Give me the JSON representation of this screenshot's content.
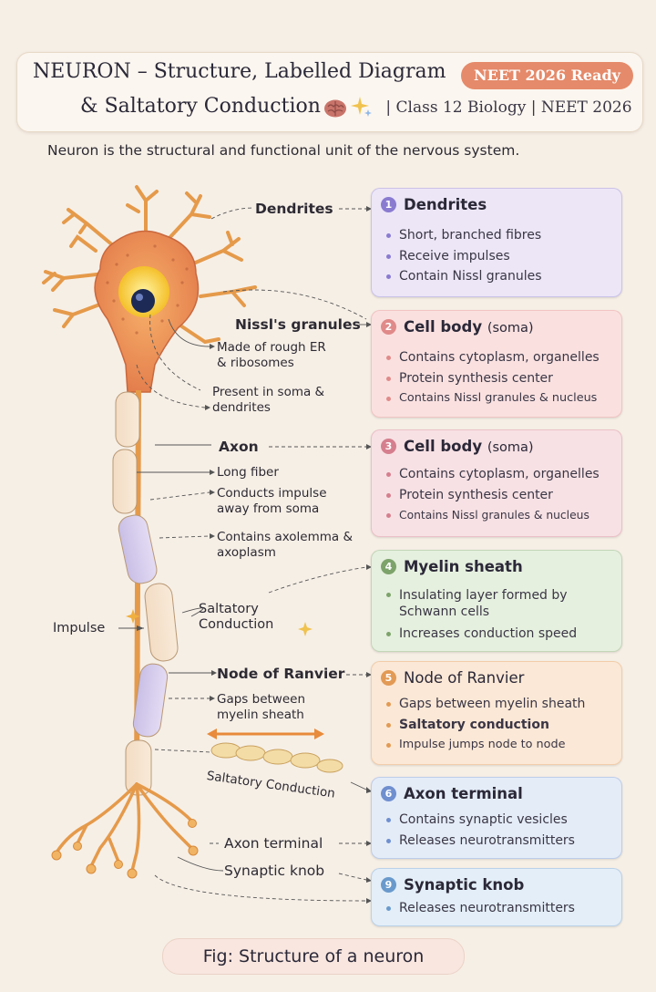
{
  "header": {
    "title_line1": "NEURON – Structure, Labelled Diagram",
    "badge": "NEET 2026 Ready",
    "title_line2": "& Saltatory Conduction",
    "tags": " | Class 12 Biology | NEET 2026"
  },
  "intro": "Neuron is the structural and functional unit of the nervous system.",
  "diagram_labels": {
    "dendrites": "Dendrites",
    "nissl": "Nissl's granules",
    "made_of_er": "Made of rough ER & ribosomes",
    "present_in": "Present in soma & dendrites",
    "axon": "Axon",
    "long_fiber": "Long fiber",
    "conducts": "Conducts impulse away from soma",
    "axolemma": "Contains axolemma & axoplasm",
    "saltatory": "Saltatory Conduction",
    "impulse": "Impulse",
    "node": "Node of Ranvier",
    "gaps": "Gaps between myelin sheath",
    "saltatory_curve": "Saltatory Conduction",
    "axon_terminal": "Axon terminal",
    "synaptic_knob": "Synaptic knob"
  },
  "cards": [
    {
      "num": "1",
      "title": "Dendrites",
      "sub": "",
      "color": "#ece6f7",
      "accent": "#8a7bd0",
      "items": [
        "Short, branched fibres",
        "Receive impulses",
        "Contain Nissl granules"
      ]
    },
    {
      "num": "2",
      "title": "Cell body",
      "sub": "(soma)",
      "color": "#fae1e0",
      "accent": "#e08a8a",
      "items": [
        "Contains cytoplasm, organelles",
        "Protein synthesis center",
        "Contains Nissl granules & nucleus"
      ]
    },
    {
      "num": "3",
      "title": "Cell body",
      "sub": "(soma)",
      "color": "#f7e1e4",
      "accent": "#d57f8e",
      "items": [
        "Contains cytoplasm, organelles",
        "Protein synthesis center",
        "Contains Nissl granules & nucleus"
      ]
    },
    {
      "num": "4",
      "title": "Myelin sheath",
      "sub": "",
      "color": "#e6f0df",
      "accent": "#7da36b",
      "items": [
        "Insulating layer formed by Schwann cells",
        "Increases conduction speed"
      ]
    },
    {
      "num": "5",
      "title": "Node of Ranvier",
      "sub": "",
      "color": "#fbe8d6",
      "accent": "#e29a55",
      "items": [
        "Gaps between myelin sheath",
        "Saltatory conduction",
        "Impulse jumps node to node"
      ]
    },
    {
      "num": "6",
      "title": "Axon terminal",
      "sub": "",
      "color": "#e4ecf8",
      "accent": "#6f8fcf",
      "items": [
        "Contains synaptic vesicles",
        "Releases neurotransmitters"
      ]
    },
    {
      "num": "9",
      "title": "Synaptic knob",
      "sub": "",
      "color": "#e3eef8",
      "accent": "#6a9acc",
      "items": [
        "Releases neurotransmitters"
      ]
    }
  ],
  "caption": "Fig: Structure of a neuron"
}
